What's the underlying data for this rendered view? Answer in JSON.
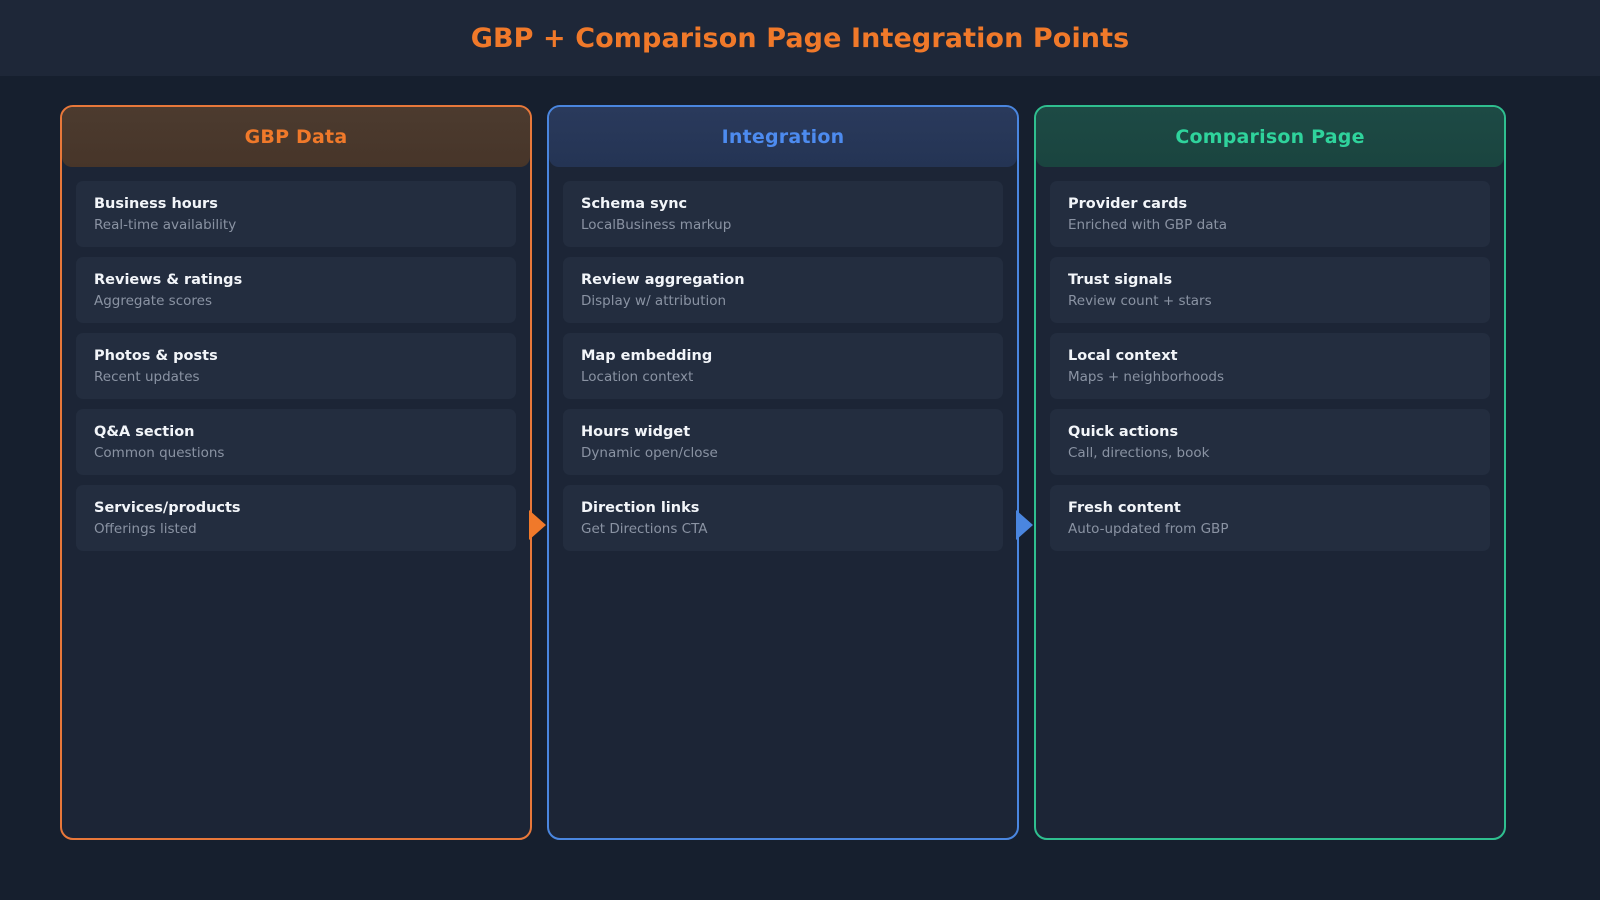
{
  "header": {
    "title": "GBP + Comparison Page Integration Points"
  },
  "colors": {
    "page_background": "#161f2e",
    "banner_background": "#1e2738",
    "title_accent": "#f0792a",
    "column_gbp_accent": "#f0792a",
    "column_integration_accent": "#4d8bef",
    "column_comparison_accent": "#2fd39c",
    "card_background": "#232d3f",
    "item_title_text": "#f2f5f9",
    "item_subtitle_text": "#8a93a3"
  },
  "columns": [
    {
      "id": "gbp-data",
      "title": "GBP Data",
      "accent": "#f0792a",
      "items": [
        {
          "title": "Business hours",
          "subtitle": "Real-time availability"
        },
        {
          "title": "Reviews & ratings",
          "subtitle": "Aggregate scores"
        },
        {
          "title": "Photos & posts",
          "subtitle": "Recent updates"
        },
        {
          "title": "Q&A section",
          "subtitle": "Common questions"
        },
        {
          "title": "Services/products",
          "subtitle": "Offerings listed"
        }
      ]
    },
    {
      "id": "integration",
      "title": "Integration",
      "accent": "#4d8bef",
      "items": [
        {
          "title": "Schema sync",
          "subtitle": "LocalBusiness markup"
        },
        {
          "title": "Review aggregation",
          "subtitle": "Display w/ attribution"
        },
        {
          "title": "Map embedding",
          "subtitle": "Location context"
        },
        {
          "title": "Hours widget",
          "subtitle": "Dynamic open/close"
        },
        {
          "title": "Direction links",
          "subtitle": "Get Directions CTA"
        }
      ]
    },
    {
      "id": "comparison-page",
      "title": "Comparison Page",
      "accent": "#2fd39c",
      "items": [
        {
          "title": "Provider cards",
          "subtitle": "Enriched with GBP data"
        },
        {
          "title": "Trust signals",
          "subtitle": "Review count + stars"
        },
        {
          "title": "Local context",
          "subtitle": "Maps + neighborhoods"
        },
        {
          "title": "Quick actions",
          "subtitle": "Call, directions, book"
        },
        {
          "title": "Fresh content",
          "subtitle": "Auto-updated from GBP"
        }
      ]
    }
  ],
  "connectors": [
    {
      "id": "gbp-to-integration",
      "icon": "arrow-right-icon",
      "color": "#f0792a"
    },
    {
      "id": "integration-to-comparison",
      "icon": "arrow-right-icon",
      "color": "#4a86df"
    }
  ]
}
